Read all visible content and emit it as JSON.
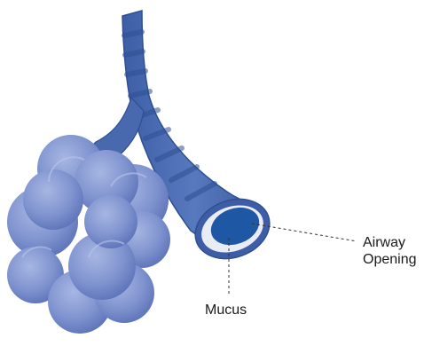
{
  "labels": {
    "airway_line1": "Airway",
    "airway_line2": "Opening",
    "mucus": "Mucus"
  },
  "colors": {
    "tube_fill": "#4d6fb0",
    "tube_stripe": "#3b5ea4",
    "alveoli_fill": "#6d84c6",
    "alveoli_light": "#95a7da",
    "airway_lumen": "#1e57a4",
    "mucus_fill": "#e9ecf5",
    "leader_line": "#333333"
  }
}
